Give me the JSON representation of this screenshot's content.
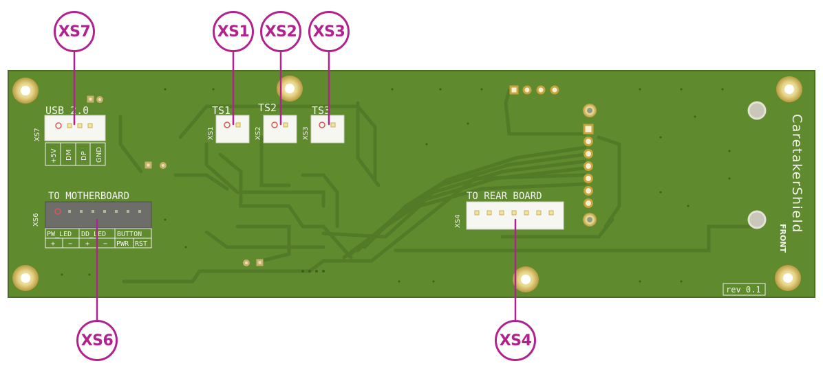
{
  "callouts": {
    "xs7": "XS7",
    "xs1": "XS1",
    "xs2": "XS2",
    "xs3": "XS3",
    "xs6": "XS6",
    "xs4": "XS4"
  },
  "board": {
    "usb_label": "USB 2.0",
    "xs7_ref": "XS7",
    "usb_pins": [
      "+5V",
      "DM",
      "DP",
      "GND"
    ],
    "ts1": "TS1",
    "ts2": "TS2",
    "ts3": "TS3",
    "xs1_ref": "XS1",
    "xs2_ref": "XS2",
    "xs3_ref": "XS3",
    "motherboard_label": "TO MOTHERBOARD",
    "xs6_ref": "XS6",
    "mb_groups": [
      "PW_LED",
      "DD_LED",
      "BUTTON"
    ],
    "mb_pins": [
      "+",
      "−",
      "+",
      "−",
      "PWR",
      "RST"
    ],
    "rear_label": "TO REAR BOARD",
    "xs4_ref": "XS4",
    "name": "CaretakerShield",
    "side": "FRONT",
    "revision": "rev 0.1"
  },
  "colors": {
    "board": "#5f8a2e",
    "silkscreen": "#f2f2ee",
    "callout": "#b1228f"
  }
}
